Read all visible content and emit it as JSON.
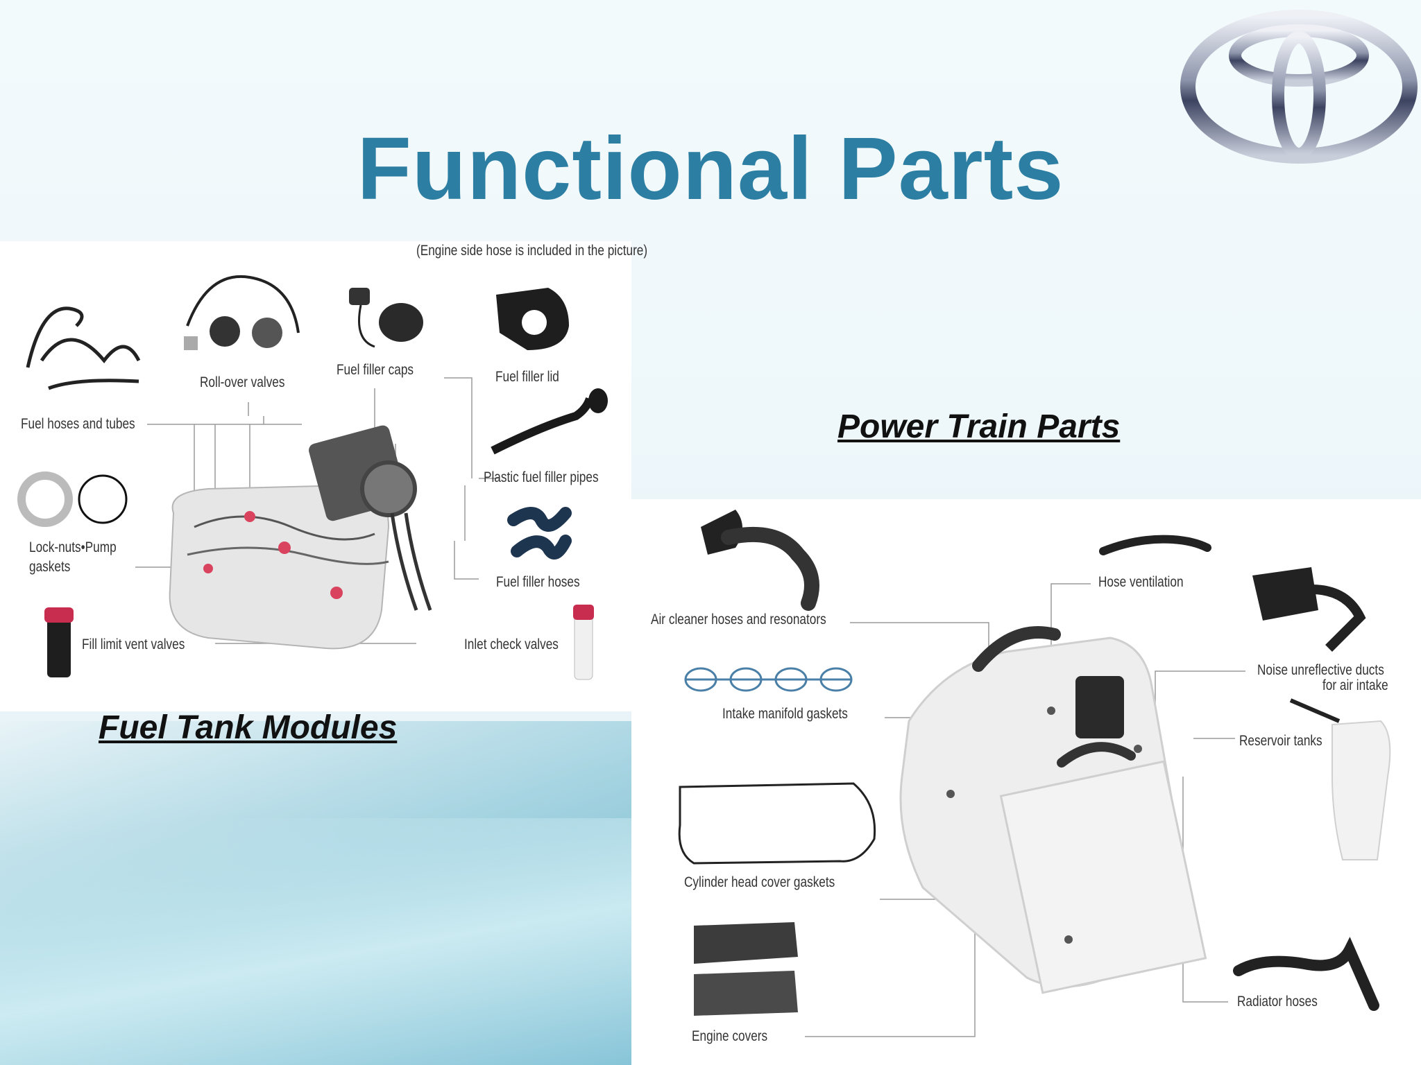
{
  "slide": {
    "title": "Functional Parts",
    "sections": {
      "fuel_tank": "Fuel Tank Modules",
      "power_train": "Power Train Parts"
    }
  },
  "fuel_tank_diagram": {
    "note": "(Engine side hose is included in the picture)",
    "labels": {
      "fuel_hoses": "Fuel hoses and tubes",
      "rollover": "Roll-over valves",
      "filler_caps": "Fuel filler caps",
      "filler_lid": "Fuel filler lid",
      "lock_nuts_1": "Lock-nuts•Pump",
      "lock_nuts_2": "gaskets",
      "plastic_pipes": "Plastic fuel filler pipes",
      "filler_hoses": "Fuel filler hoses",
      "fill_limit": "Fill limit vent valves",
      "inlet_check": "Inlet check valves"
    }
  },
  "power_train_diagram": {
    "labels": {
      "air_cleaner": "Air cleaner hoses and resonators",
      "hose_vent": "Hose ventilation",
      "intake_gaskets": "Intake manifold gaskets",
      "noise_ducts_1": "Noise unreflective ducts",
      "noise_ducts_2": "for air intake",
      "reservoir": "Reservoir tanks",
      "cyl_head": "Cylinder head cover gaskets",
      "radiator": "Radiator hoses",
      "engine_covers": "Engine covers"
    }
  },
  "colors": {
    "title": "#2d7ea3",
    "logo_ring": "#8a93a8"
  }
}
